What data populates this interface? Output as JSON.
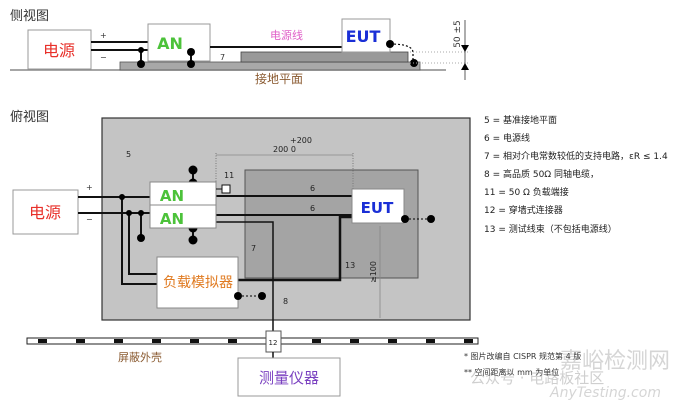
{
  "side_view": {
    "title": "侧视图",
    "power_supply": "电源",
    "plus": "+",
    "minus": "−",
    "an": "AN",
    "eut": "EUT",
    "power_cable": "电源线",
    "support_label": "7",
    "ground_plane": "接地平面",
    "height_dim": "50 ±5"
  },
  "top_view": {
    "title": "俯视图",
    "power_supply": "电源",
    "plus": "+",
    "minus": "−",
    "an1": "AN",
    "an2": "AN",
    "eut": "EUT",
    "load_simulator": "负载模拟器",
    "measuring_instrument": "测量仪器",
    "shield": "屏蔽外壳",
    "dim_plus": "+200",
    "dim_value": "200  0",
    "dim_min": "≥100",
    "labels": {
      "l5": "5",
      "l6": "6",
      "l6b": "6",
      "l7": "7",
      "l8": "8",
      "l11": "11",
      "l12": "12",
      "l13": "13"
    }
  },
  "legend": [
    "5 = 基准接地平面",
    "6 = 电源线",
    "7 = 相对介电常数较低的支持电路，εR ≤ 1.4",
    "8 = 高品质  50Ω  同轴电缆，",
    "11 = 50 Ω 负载端接",
    "12 = 穿墙式连接器",
    "13 = 测试线束（不包括电源线）"
  ],
  "footnotes": [
    "* 图片改编自 CISPR 规范第 4 版",
    "** 空间距离以 mm 为单位"
  ],
  "watermark": {
    "main": "嘉峪检测网",
    "sub": "公众号 · 电路板社区",
    "url": "AnyTesting.com"
  },
  "colors": {
    "red": "#e8302a",
    "green": "#4cc23a",
    "blue": "#1a2fd6",
    "pink": "#e060c8",
    "orange": "#e07a20",
    "purple": "#7a40c0",
    "brown": "#8a5a30"
  }
}
